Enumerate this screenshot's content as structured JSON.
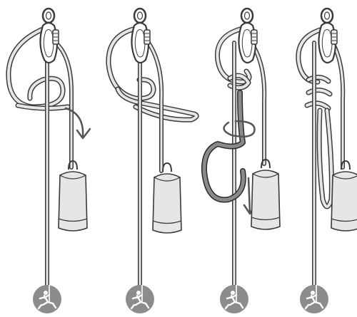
{
  "figure": {
    "steps": [
      {
        "id": "step-1",
        "action": "wrap-and-pull-through"
      },
      {
        "id": "step-2",
        "action": "loop-around-strands"
      },
      {
        "id": "step-3",
        "action": "wrap-and-pass-loop"
      },
      {
        "id": "step-4",
        "action": "knot-complete"
      }
    ],
    "icons": {
      "anchor": "anchor-ring-icon",
      "carabiner": "carabiner-icon",
      "haul_bag": "haul-bag-icon",
      "climber": "climber-icon"
    },
    "colors": {
      "rope_outline": "#3a3a3a",
      "rope_fill": "#e6e6e6",
      "working_loop": "#8a8a8a",
      "bag_fill": "#e6e6e6",
      "climber_badge": "#8c8c8c",
      "arrow": "#555555",
      "background": "#ffffff"
    }
  }
}
